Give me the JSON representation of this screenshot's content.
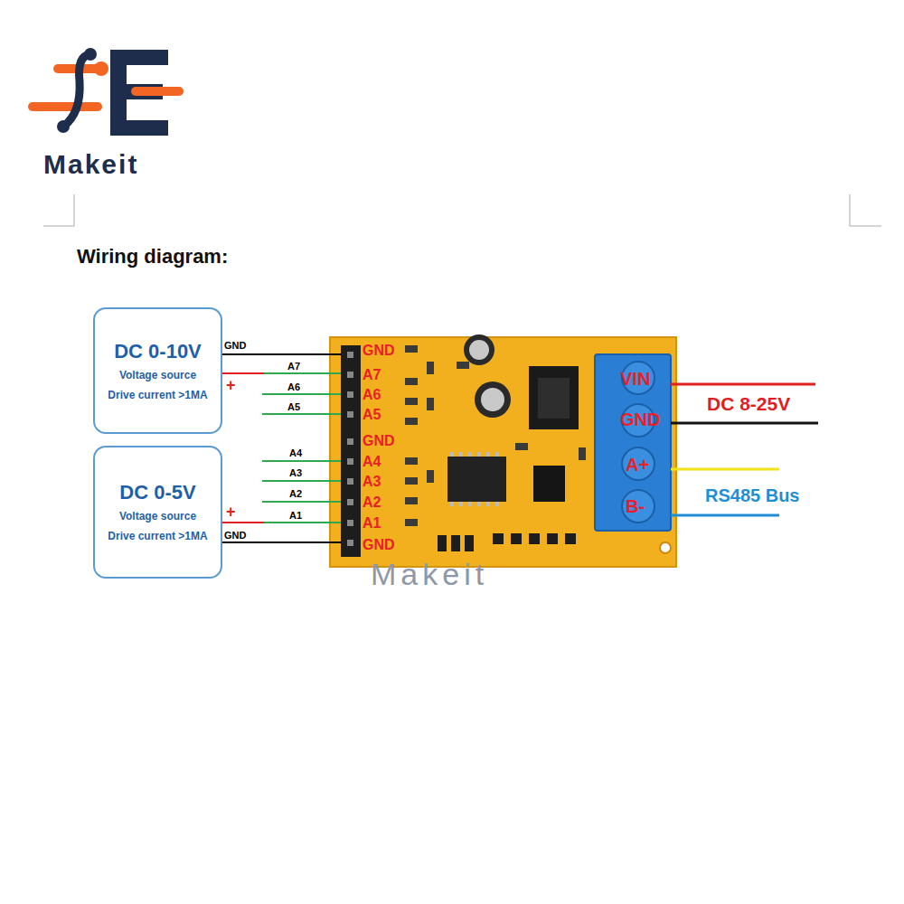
{
  "diagram": {
    "title": "Wiring diagram:",
    "nodes": [
      {
        "text": [
          "DC 0-10V",
          "Voltage source",
          "Drive current >1MA"
        ]
      },
      {
        "text": [
          "DC 0-5V",
          "Voltage source",
          "Drive current >1MA"
        ]
      }
    ],
    "labels": [
      "Makeit",
      "GND",
      "A7",
      "+",
      "A6",
      "A5",
      "A4",
      "A3",
      "A2",
      "+",
      "A1",
      "GND",
      "GND",
      "A7",
      "A6",
      "A5",
      "GND",
      "A4",
      "A3",
      "A2",
      "A1",
      "GND",
      "VIN",
      "GND",
      "A+",
      "B-",
      "DC 8-25V",
      "RS485 Bus",
      "Makeit"
    ]
  }
}
